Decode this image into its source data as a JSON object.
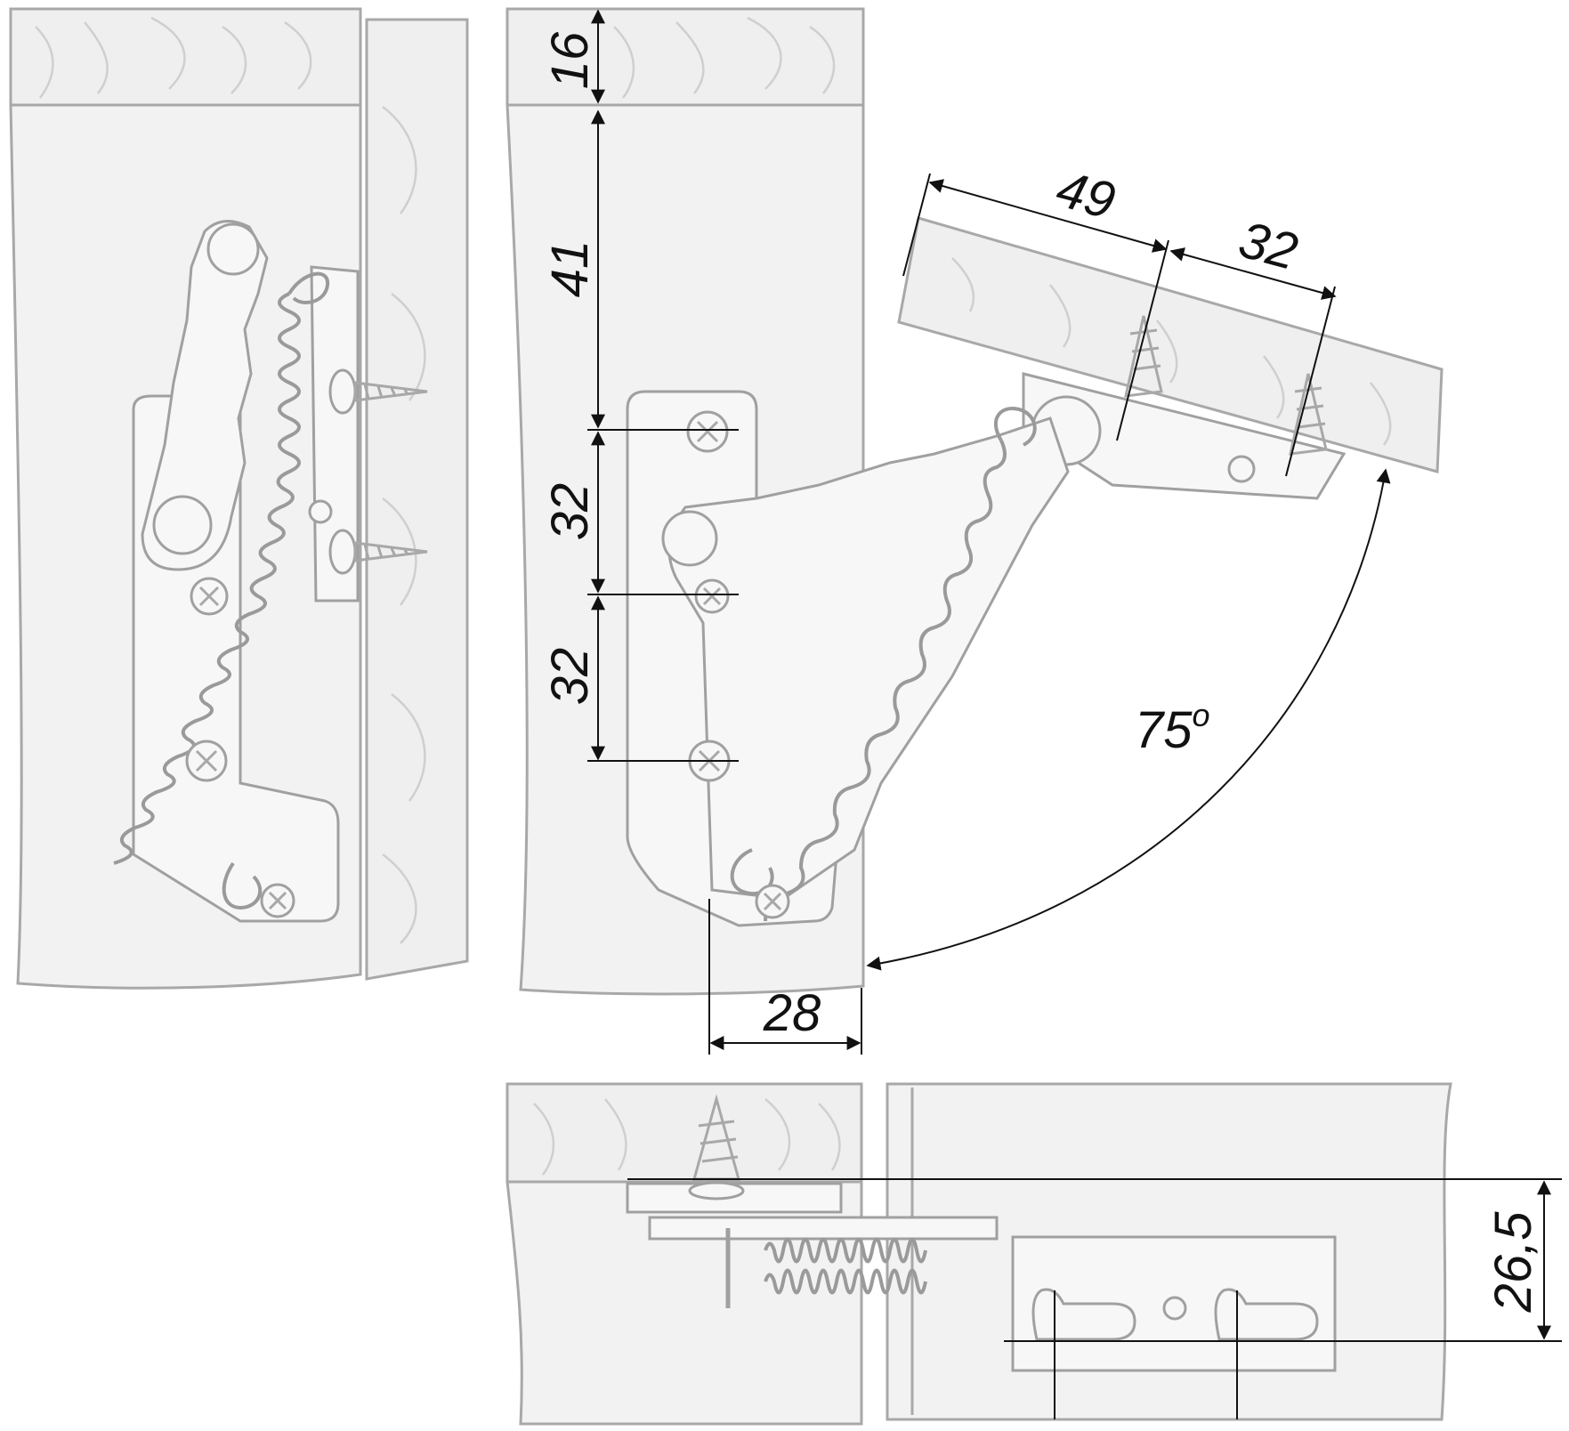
{
  "diagram": {
    "views": [
      {
        "name": "closed-side-view"
      },
      {
        "name": "open-side-view"
      },
      {
        "name": "top-view"
      }
    ],
    "dimensions": {
      "top_panel_thickness": "16",
      "hinge_offset_vertical": "41",
      "hole_spacing_1": "32",
      "hole_spacing_2": "32",
      "lid_offset_1": "49",
      "lid_offset_2": "32",
      "opening_angle": "75",
      "opening_angle_unit": "o",
      "side_offset": "28",
      "top_view_offset": "26,5"
    },
    "colors": {
      "line": "#a8a8a8",
      "dimension": "#111111",
      "panel_fill": "#f2f2f2"
    }
  }
}
